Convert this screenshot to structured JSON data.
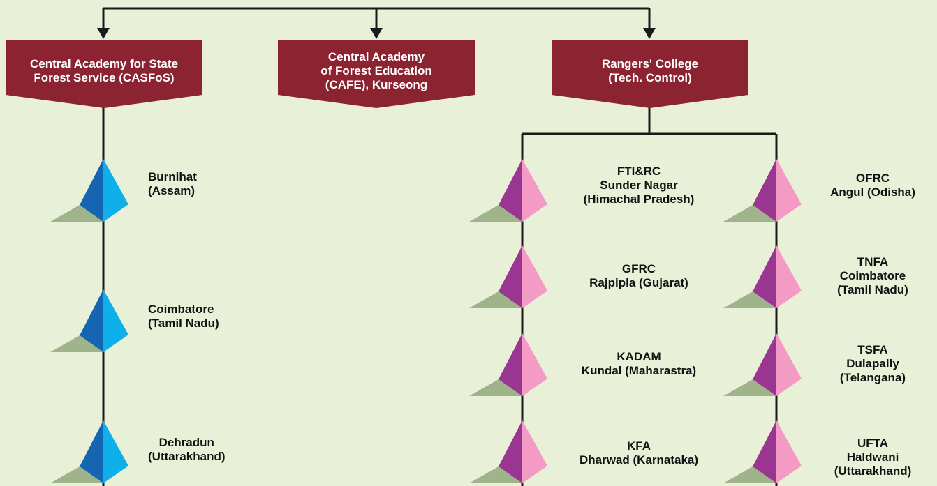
{
  "colors": {
    "background": "#e8f0d8",
    "header_box": "#8b2331",
    "connector": "#1a1a1a",
    "blue_dark": "#1565b0",
    "blue_light": "#0fb0ea",
    "purple": "#9a3592",
    "pink": "#f39bc4",
    "shadow": "#9fb48a"
  },
  "icons": {
    "blue": "pyramid-icon-blue",
    "pink": "pyramid-icon-pink"
  },
  "headers": {
    "casfos": {
      "lines": [
        "Central Academy for State",
        "Forest Service (CASFoS)"
      ]
    },
    "cafe": {
      "lines": [
        "Central Academy",
        "of Forest Education",
        "(CAFE), Kurseong"
      ]
    },
    "rangers": {
      "lines": [
        "Rangers' College",
        "(Tech. Control)"
      ]
    }
  },
  "casfos_centres": [
    {
      "lines": [
        "Burnihat",
        "(Assam)"
      ]
    },
    {
      "lines": [
        "Coimbatore",
        "(Tamil Nadu)"
      ]
    },
    {
      "lines": [
        "Dehradun",
        "(Uttarakhand)"
      ]
    }
  ],
  "rangers_left": [
    {
      "lines": [
        "FTI&RC",
        "Sunder Nagar",
        "(Himachal Pradesh)"
      ]
    },
    {
      "lines": [
        "GFRC",
        "Rajpipla (Gujarat)"
      ]
    },
    {
      "lines": [
        "KADAM",
        "Kundal (Maharastra)"
      ]
    },
    {
      "lines": [
        "KFA",
        "Dharwad (Karnataka)"
      ]
    }
  ],
  "rangers_right": [
    {
      "lines": [
        "OFRC",
        "Angul (Odisha)"
      ]
    },
    {
      "lines": [
        "TNFA",
        "Coimbatore",
        "(Tamil Nadu)"
      ]
    },
    {
      "lines": [
        "TSFA",
        "Dulapally",
        "(Telangana)"
      ]
    },
    {
      "lines": [
        "UFTA",
        "Haldwani",
        "(Uttarakhand)"
      ]
    }
  ]
}
